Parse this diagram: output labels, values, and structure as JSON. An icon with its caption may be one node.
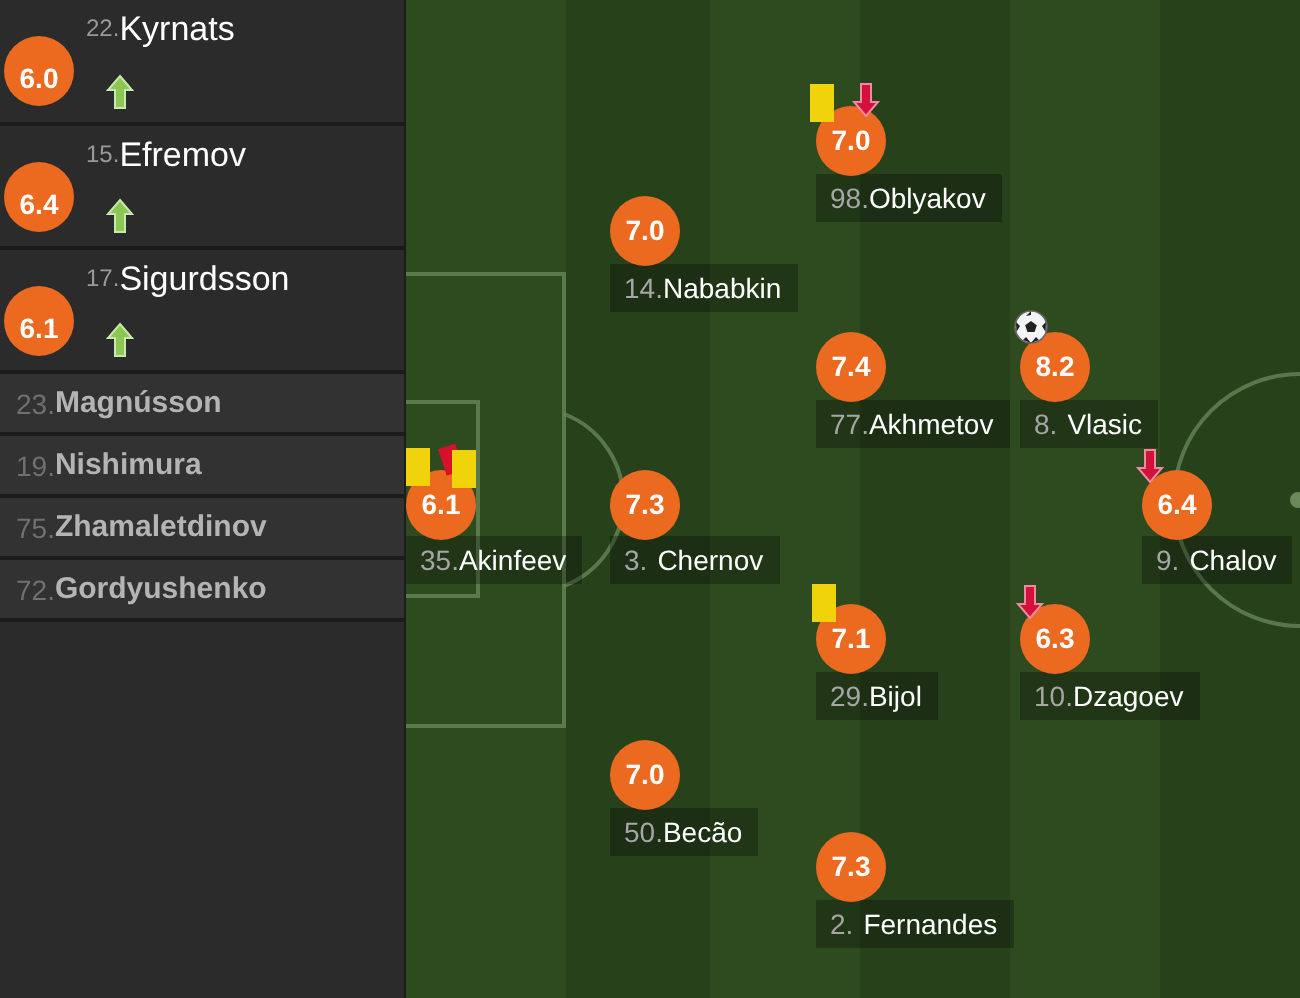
{
  "diagram": {
    "nodes": [
      {
        "text": [
          "6.0",
          "22.",
          "Kyrnats"
        ]
      },
      {
        "text": [
          "6.4",
          "15.",
          "Efremov"
        ]
      },
      {
        "text": [
          "6.1",
          "17.",
          "Sigurdsson"
        ]
      },
      {
        "text": [
          "23.",
          "Magnússon"
        ]
      },
      {
        "text": [
          "19.",
          "Nishimura"
        ]
      },
      {
        "text": [
          "75.",
          "Zhamaletdinov"
        ]
      },
      {
        "text": [
          "72.",
          "Gordyushenko"
        ]
      },
      {
        "text": [
          "6.1",
          "35.",
          "Akinfeev"
        ]
      },
      {
        "text": [
          "7.0",
          "14.",
          "Nababkin"
        ]
      },
      {
        "text": [
          "7.3",
          "3.",
          "Chernov"
        ]
      },
      {
        "text": [
          "7.0",
          "50.",
          "Becão"
        ]
      },
      {
        "text": [
          "7.0",
          "98.",
          "Oblyakov"
        ]
      },
      {
        "text": [
          "7.4",
          "77.",
          "Akhmetov"
        ]
      },
      {
        "text": [
          "7.1",
          "29.",
          "Bijol"
        ]
      },
      {
        "text": [
          "7.3",
          "2.",
          "Fernandes"
        ]
      },
      {
        "text": [
          "8.2",
          "8.",
          "Vlasic"
        ]
      },
      {
        "text": [
          "6.3",
          "10.",
          "Dzagoev"
        ]
      },
      {
        "text": [
          "6.4",
          "9.",
          "Chalov"
        ]
      }
    ]
  }
}
